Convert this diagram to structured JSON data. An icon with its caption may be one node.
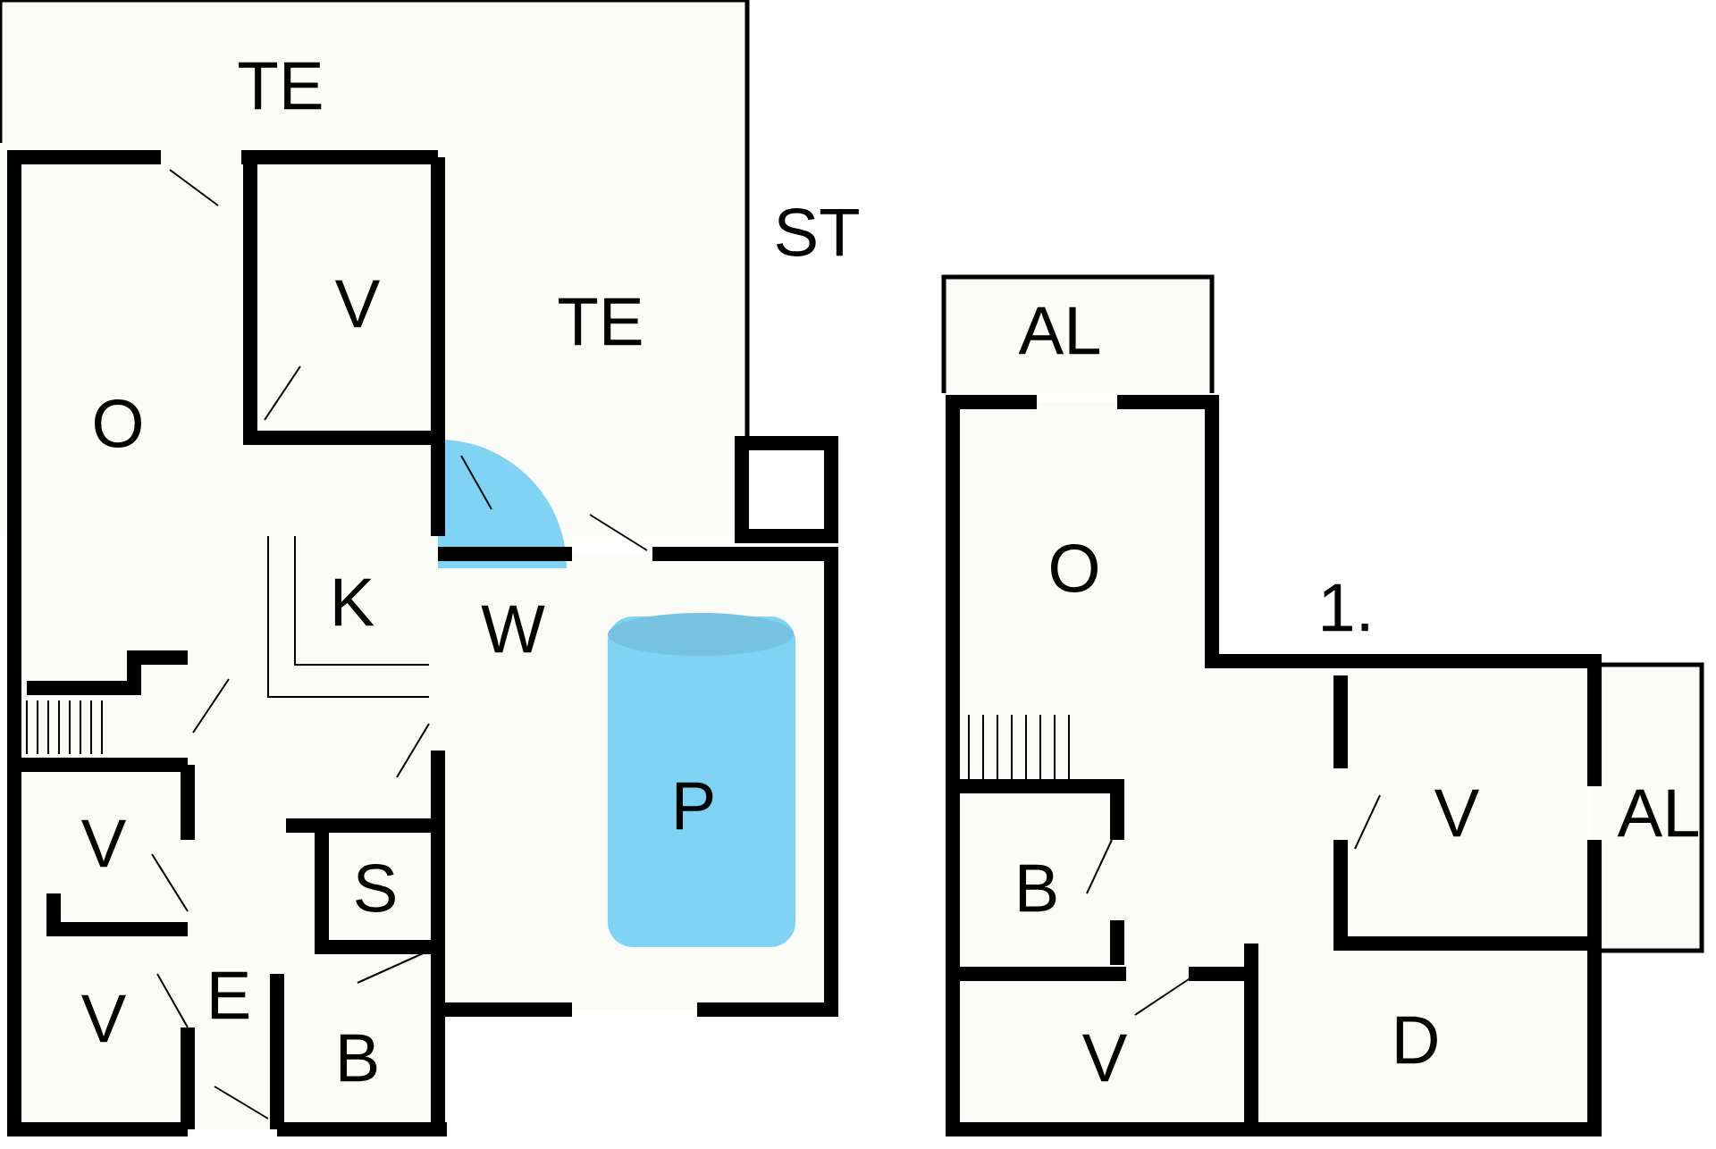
{
  "diagram": {
    "labels": [
      "TE",
      "ST",
      "AL",
      "V",
      "TE",
      "O",
      "O",
      "K",
      "W",
      "1.",
      "P",
      "V",
      "AL",
      "V",
      "B",
      "S",
      "E",
      "V",
      "B",
      "D",
      "V"
    ]
  }
}
